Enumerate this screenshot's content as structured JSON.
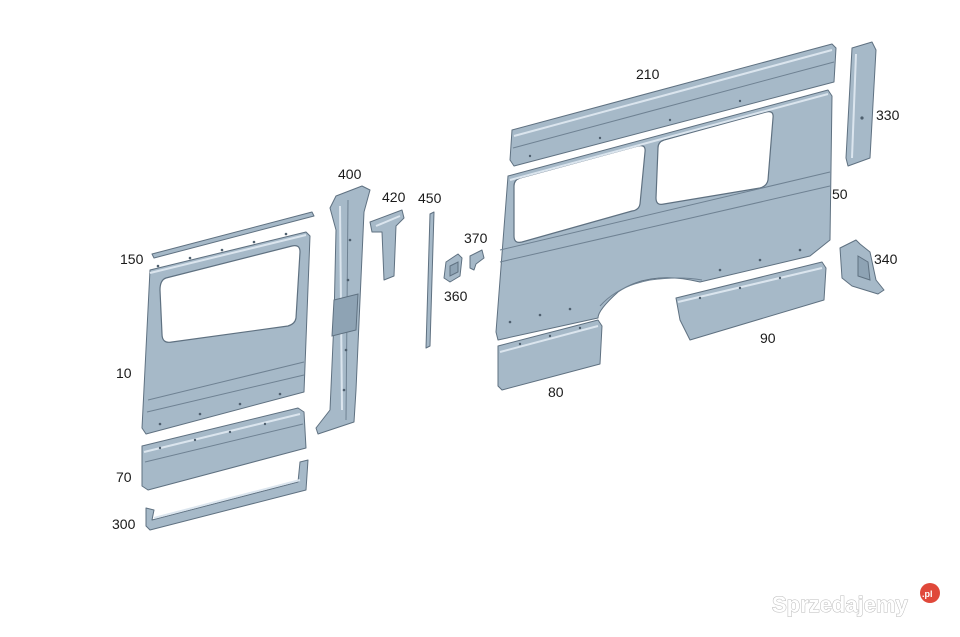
{
  "part_labels": {
    "p10": "10",
    "p50": "50",
    "p70": "70",
    "p80": "80",
    "p90": "90",
    "p150": "150",
    "p210": "210",
    "p300": "300",
    "p330": "330",
    "p340": "340",
    "p360": "360",
    "p370": "370",
    "p400": "400",
    "p420": "420",
    "p450": "450"
  },
  "watermark": {
    "text": "Sprzedajemy",
    "badge": ".pl"
  },
  "colors": {
    "panel": "#a6b9c8",
    "outline": "#5f7181",
    "badge": "#e0483a"
  }
}
